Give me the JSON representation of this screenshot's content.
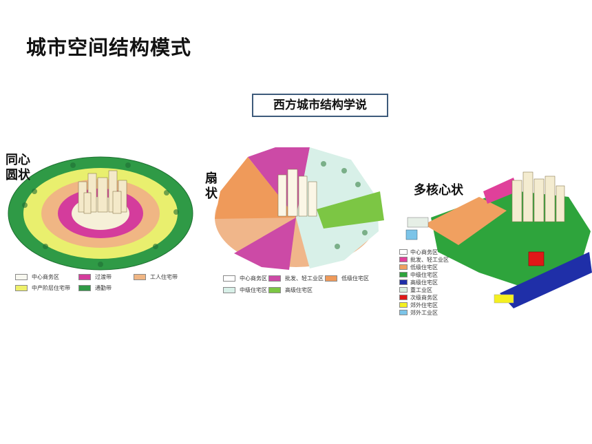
{
  "title": "城市空间结构模式",
  "subtitle": "西方城市结构学说",
  "models": {
    "concentric": {
      "label": "同心圆状",
      "legend": [
        {
          "text": "中心商务区",
          "color": "#f8f8f0"
        },
        {
          "text": "过渡带",
          "color": "#d43c9c"
        },
        {
          "text": "工人住宅带",
          "color": "#f0b684"
        },
        {
          "text": "中产阶层住宅带",
          "color": "#eef06a"
        },
        {
          "text": "通勤带",
          "color": "#2f9a46"
        }
      ]
    },
    "sector": {
      "label": "扇状",
      "legend": [
        {
          "text": "中心商务区",
          "color": "#ffffff"
        },
        {
          "text": "批发、轻工业区",
          "color": "#cc4aa6"
        },
        {
          "text": "低级住宅区",
          "color": "#ef9a5a"
        },
        {
          "text": "中级住宅区",
          "color": "#d8f0e8"
        },
        {
          "text": "高级住宅区",
          "color": "#7cc644"
        }
      ]
    },
    "multinuclei": {
      "label": "多核心状",
      "legend": [
        {
          "text": "中心商务区",
          "color": "#ffffff"
        },
        {
          "text": "批发、轻工业区",
          "color": "#e0409a"
        },
        {
          "text": "低级住宅区",
          "color": "#f0a060"
        },
        {
          "text": "中级住宅区",
          "color": "#2ea43c"
        },
        {
          "text": "高级住宅区",
          "color": "#1f2fa8"
        },
        {
          "text": "重工业区",
          "color": "#d8eee0"
        },
        {
          "text": "次级商务区",
          "color": "#e01818"
        },
        {
          "text": "郊外住宅区",
          "color": "#f4f020"
        },
        {
          "text": "郊外工业区",
          "color": "#7cc4e8"
        }
      ]
    }
  }
}
